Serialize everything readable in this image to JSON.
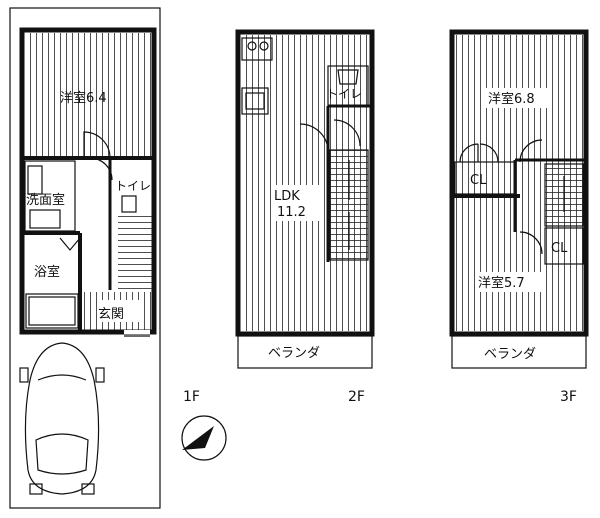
{
  "floors": {
    "first": {
      "label": "1F",
      "rooms": {
        "western_room": "洋室6.4",
        "toilet": "トイレ",
        "washroom": "洗面室",
        "bathroom": "浴室",
        "entrance": "玄関"
      }
    },
    "second": {
      "label": "2F",
      "rooms": {
        "ldk_name": "LDK",
        "ldk_size": "11.2",
        "toilet": "トイレ",
        "balcony": "ベランダ"
      }
    },
    "third": {
      "label": "3F",
      "rooms": {
        "western_room_a": "洋室6.8",
        "western_room_b": "洋室5.7",
        "closet_a": "CL",
        "closet_b": "CL",
        "balcony": "ベランダ"
      }
    }
  },
  "icons": {
    "compass": "north-arrow-icon",
    "car": "parked-car-icon"
  },
  "colors": {
    "wall": "#111111",
    "background": "#ffffff"
  }
}
